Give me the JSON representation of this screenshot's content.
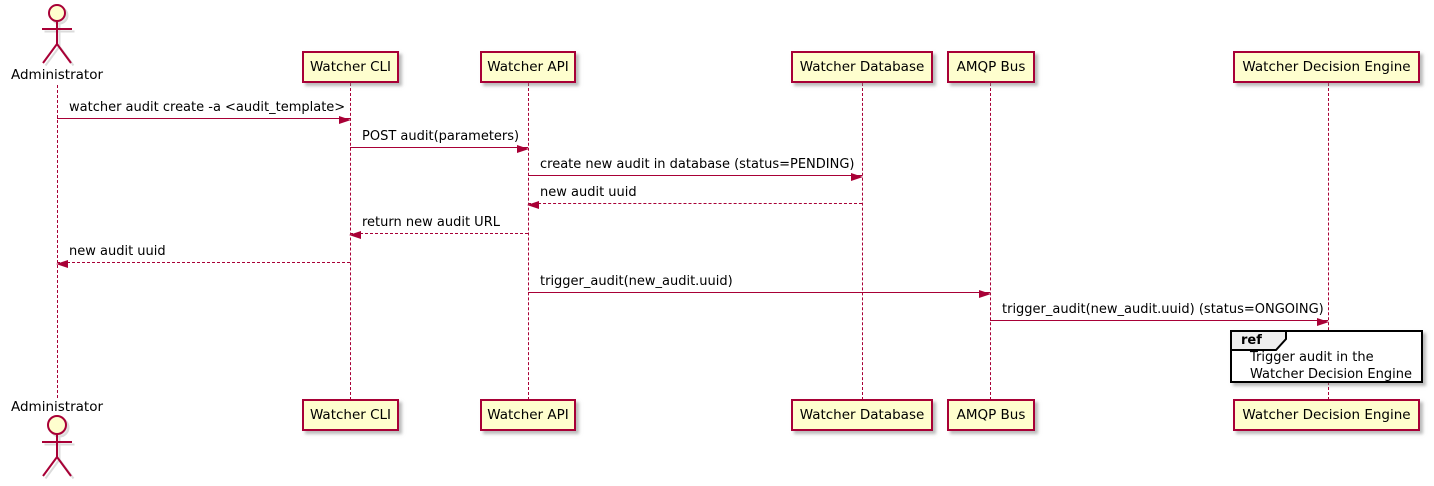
{
  "diagram": {
    "type": "sequence-diagram",
    "actor": {
      "label": "Administrator"
    },
    "participants": [
      {
        "label": "Watcher CLI"
      },
      {
        "label": "Watcher API"
      },
      {
        "label": "Watcher Database"
      },
      {
        "label": "AMQP Bus"
      },
      {
        "label": "Watcher Decision Engine"
      }
    ],
    "messages": [
      {
        "from": "Administrator",
        "to": "Watcher CLI",
        "label": "watcher audit create -a <audit_template>",
        "line": "solid",
        "direction": "right"
      },
      {
        "from": "Watcher CLI",
        "to": "Watcher API",
        "label": "POST audit(parameters)",
        "line": "solid",
        "direction": "right"
      },
      {
        "from": "Watcher API",
        "to": "Watcher Database",
        "label": "create new audit in database (status=PENDING)",
        "line": "solid",
        "direction": "right"
      },
      {
        "from": "Watcher Database",
        "to": "Watcher API",
        "label": "new audit uuid",
        "line": "dashed",
        "direction": "left"
      },
      {
        "from": "Watcher API",
        "to": "Watcher CLI",
        "label": "return new audit URL",
        "line": "dashed",
        "direction": "left"
      },
      {
        "from": "Watcher CLI",
        "to": "Administrator",
        "label": "new audit uuid",
        "line": "dashed",
        "direction": "left"
      },
      {
        "from": "Watcher API",
        "to": "AMQP Bus",
        "label": "trigger_audit(new_audit.uuid)",
        "line": "solid",
        "direction": "right"
      },
      {
        "from": "AMQP Bus",
        "to": "Watcher Decision Engine",
        "label": "trigger_audit(new_audit.uuid) (status=ONGOING)",
        "line": "solid",
        "direction": "right"
      }
    ],
    "ref": {
      "keyword": "ref",
      "over": "Watcher Decision Engine",
      "line1": "Trigger audit in the",
      "line2": "Watcher Decision Engine"
    },
    "colors": {
      "participant_fill": "#FEFECE",
      "participant_border": "#A80036",
      "arrow": "#A80036",
      "lifeline": "#A80036",
      "text": "#000000",
      "ref_border": "#000000",
      "ref_fill": "#FFFFFF",
      "ref_tab_fill": "#EEEEEE",
      "background": "#FFFFFF"
    }
  }
}
